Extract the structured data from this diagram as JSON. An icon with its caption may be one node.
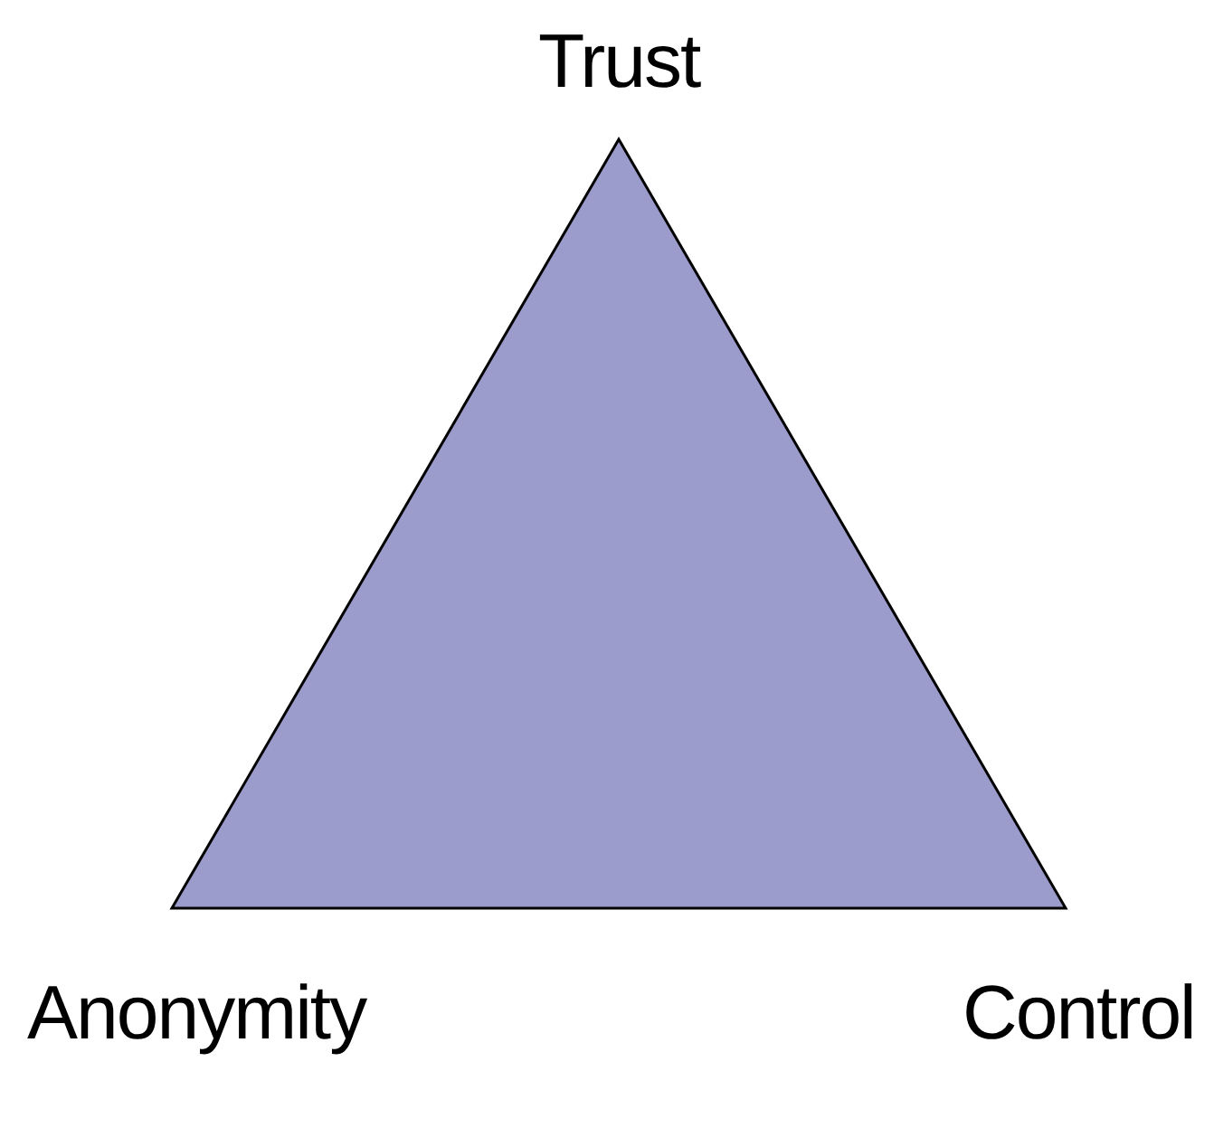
{
  "diagram": {
    "labels": [
      "Trust",
      "Anonymity",
      "Control"
    ]
  }
}
